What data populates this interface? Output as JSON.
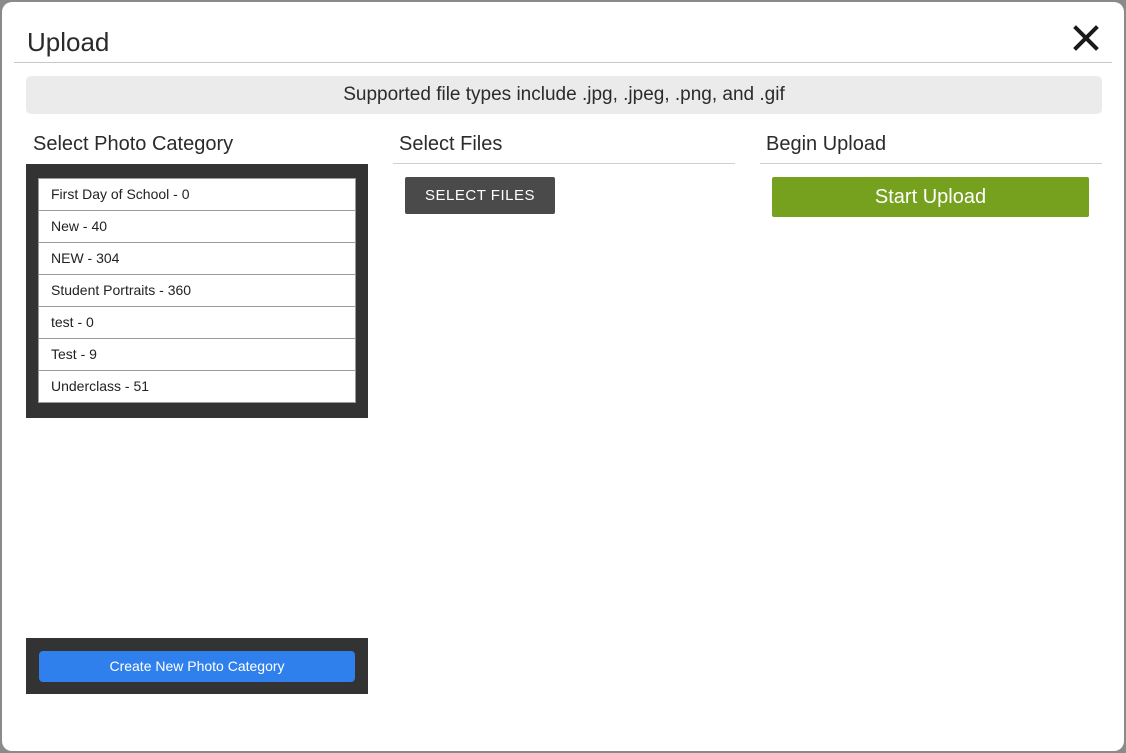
{
  "dialog": {
    "title": "Upload",
    "close_icon": "close-icon"
  },
  "notice": {
    "text": "Supported file types include .jpg, .jpeg, .png, and .gif"
  },
  "category_column": {
    "heading": "Select Photo Category",
    "items": [
      "First Day of School - 0",
      "New - 40",
      "NEW - 304",
      "Student Portraits - 360",
      "test - 0",
      "Test - 9",
      "Underclass - 51"
    ],
    "create_label": "Create New Photo Category"
  },
  "files_column": {
    "heading": "Select Files",
    "select_label": "SELECT FILES"
  },
  "upload_column": {
    "heading": "Begin Upload",
    "start_label": "Start Upload"
  },
  "colors": {
    "start_button": "#76a11e",
    "create_button": "#2f80ed",
    "panel_dark": "#333333"
  }
}
